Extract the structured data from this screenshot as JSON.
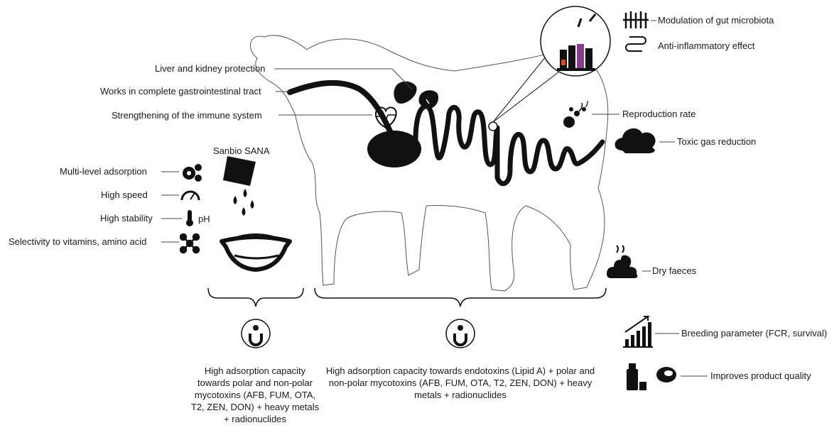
{
  "labels": {
    "liver_kidney": "Liver and kidney protection",
    "complete_gi": "Works in complete gastrointestinal tract",
    "immune": "Strengthening of the immune system",
    "microbiota": "Modulation of gut microbiota",
    "anti_inflammatory": "Anti-inflammatory effect",
    "reproduction": "Reproduction rate",
    "toxic_gas": "Toxic gas reduction",
    "product_name": "Sanbio SANA",
    "multi_level": "Multi-level adsorption",
    "high_speed": "High speed",
    "high_stability": "High  stability",
    "ph": "pH",
    "selectivity": "Selectivity to vitamins, amino acid",
    "dry_faeces": "Dry faeces",
    "breeding": "Breeding parameter (FCR, survival)",
    "product_quality": "Improves product quality"
  },
  "bottom_text": {
    "left": "High adsorption capacity towards polar and non-polar mycotoxins (AFB, FUM, OTA, T2, ZEN, DON) + heavy metals + radionuclides",
    "center": "High adsorption capacity towards endotoxins (Lipid A) + polar and non-polar mycotoxins (AFB, FUM, OTA, T2, ZEN, DON) + heavy metals + radionuclides"
  },
  "icons": [
    "heart-icon",
    "liver-icon",
    "kidney-icon",
    "bacteria-icon",
    "intestine-icon",
    "sperm-icon",
    "cloud-icon",
    "gears-icon",
    "speedometer-icon",
    "thermometer-icon",
    "molecule-icon",
    "bowl-icon",
    "powder-bag-icon",
    "droplet-icon",
    "faeces-icon",
    "bar-chart-icon",
    "milk-icon",
    "meat-icon",
    "magnet-toxin-icon"
  ]
}
